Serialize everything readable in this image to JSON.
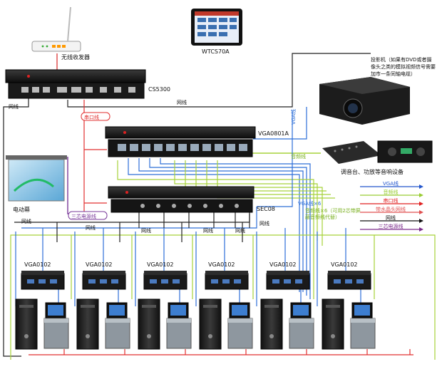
{
  "devices": {
    "router": "无线收发器",
    "tablet": "WTCS70A",
    "central_controller": "CS5300",
    "matrix_switcher": "VGA0801A",
    "sec_switcher": "SEC08",
    "projector": "投影机（如果有DVD或者摄像头之类的模拟视频信号需要加市一条同轴电缆）",
    "audio_gear": "调音台、功放等音响设备",
    "screen": "电动幕",
    "distributor": "VGA0102"
  },
  "wire_labels": {
    "network": "网线",
    "serial": "串口线",
    "vga": "VGA线",
    "audio": "音频线",
    "vga_x6": "VGA线×6",
    "audio_x6": "音频线×6（可用2芯带屏蔽音频线代替）",
    "three_core_power": "三芯电源线"
  },
  "legend": [
    {
      "label": "VGA线",
      "color": "#2255cc"
    },
    {
      "label": "音频线",
      "color": "#99cc33"
    },
    {
      "label": "串口线",
      "color": "#e02020"
    },
    {
      "label": "带水晶头网线",
      "color": "#e05050"
    },
    {
      "label": "网线",
      "color": "#111111"
    },
    {
      "label": "三芯电源线",
      "color": "#7a2a8a"
    }
  ],
  "colors": {
    "vga": "#2e6fd8",
    "audio": "#a6d23a",
    "serial": "#e23030",
    "network": "#222222",
    "power": "#7a3a9a"
  }
}
